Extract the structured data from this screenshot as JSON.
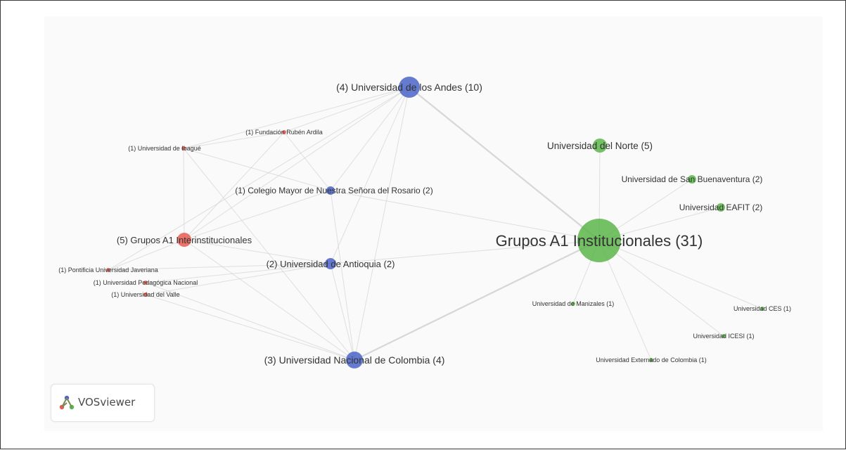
{
  "colors": {
    "cluster_green": "#5cb54a",
    "cluster_blue": "#4a64c8",
    "cluster_red": "#e85a50",
    "edge": "#d3d3d3",
    "label": "#333333"
  },
  "logo": {
    "text": "VOSviewer"
  },
  "nodes": [
    {
      "id": "grupos-institucionales",
      "label": "Grupos A1 Institucionales (31)",
      "cluster": "green",
      "weight": 31
    },
    {
      "id": "u-norte",
      "label": "Universidad del Norte (5)",
      "cluster": "green",
      "weight": 5
    },
    {
      "id": "u-san-buenaventura",
      "label": "Universidad de San Buenaventura (2)",
      "cluster": "green",
      "weight": 2
    },
    {
      "id": "u-eafit",
      "label": "Universidad EAFIT (2)",
      "cluster": "green",
      "weight": 2
    },
    {
      "id": "u-manizales",
      "label": "Universidad de Manizales (1)",
      "cluster": "green",
      "weight": 1
    },
    {
      "id": "u-ces",
      "label": "Universidad CES (1)",
      "cluster": "green",
      "weight": 1
    },
    {
      "id": "u-icesi",
      "label": "Universidad ICESI (1)",
      "cluster": "green",
      "weight": 1
    },
    {
      "id": "u-externado",
      "label": "Universidad Externado de Colombia (1)",
      "cluster": "green",
      "weight": 1
    },
    {
      "id": "u-andes",
      "label": "(4) Universidad de los Andes (10)",
      "cluster": "blue",
      "weight": 10
    },
    {
      "id": "colegio-rosario",
      "label": "(1) Colegio Mayor de Nuestra Señora del Rosario (2)",
      "cluster": "blue",
      "weight": 2
    },
    {
      "id": "u-antioquia",
      "label": "(2) Universidad de Antioquia (2)",
      "cluster": "blue",
      "weight": 2
    },
    {
      "id": "u-nacional",
      "label": "(3) Universidad Nacional de Colombia (4)",
      "cluster": "blue",
      "weight": 4
    },
    {
      "id": "grupos-interinstitucionales",
      "label": "(5) Grupos A1 Interinstitucionales",
      "cluster": "red",
      "weight": 5
    },
    {
      "id": "f-ruben-ardila",
      "label": "(1) Fundación Rubén Ardila",
      "cluster": "red",
      "weight": 1
    },
    {
      "id": "u-ibague",
      "label": "(1) Universidad de Ibagué",
      "cluster": "red",
      "weight": 1
    },
    {
      "id": "pontificia-javeriana",
      "label": "(1) Pontificia Universidad Javeriana",
      "cluster": "red",
      "weight": 1
    },
    {
      "id": "u-pedagogica",
      "label": "(1) Universidad Pedagógica Nacional",
      "cluster": "red",
      "weight": 1
    },
    {
      "id": "u-valle",
      "label": "(1) Universidad del Valle",
      "cluster": "red",
      "weight": 1
    }
  ],
  "edges": [
    [
      "grupos-institucionales",
      "u-andes"
    ],
    [
      "grupos-institucionales",
      "u-nacional"
    ],
    [
      "grupos-institucionales",
      "u-antioquia"
    ],
    [
      "grupos-institucionales",
      "colegio-rosario"
    ],
    [
      "grupos-institucionales",
      "u-norte"
    ],
    [
      "grupos-institucionales",
      "u-san-buenaventura"
    ],
    [
      "grupos-institucionales",
      "u-eafit"
    ],
    [
      "grupos-institucionales",
      "u-manizales"
    ],
    [
      "grupos-institucionales",
      "u-ces"
    ],
    [
      "grupos-institucionales",
      "u-icesi"
    ],
    [
      "grupos-institucionales",
      "u-externado"
    ],
    [
      "u-andes",
      "u-nacional"
    ],
    [
      "u-andes",
      "u-antioquia"
    ],
    [
      "u-andes",
      "colegio-rosario"
    ],
    [
      "u-andes",
      "f-ruben-ardila"
    ],
    [
      "u-andes",
      "u-ibague"
    ],
    [
      "u-andes",
      "grupos-interinstitucionales"
    ],
    [
      "u-andes",
      "pontificia-javeriana"
    ],
    [
      "u-nacional",
      "u-antioquia"
    ],
    [
      "u-nacional",
      "colegio-rosario"
    ],
    [
      "u-nacional",
      "grupos-interinstitucionales"
    ],
    [
      "u-nacional",
      "u-valle"
    ],
    [
      "u-nacional",
      "u-pedagogica"
    ],
    [
      "u-nacional",
      "u-ibague"
    ],
    [
      "u-antioquia",
      "pontificia-javeriana"
    ],
    [
      "u-antioquia",
      "u-pedagogica"
    ],
    [
      "u-antioquia",
      "u-valle"
    ],
    [
      "u-antioquia",
      "grupos-interinstitucionales"
    ],
    [
      "colegio-rosario",
      "f-ruben-ardila"
    ],
    [
      "colegio-rosario",
      "grupos-interinstitucionales"
    ],
    [
      "colegio-rosario",
      "u-ibague"
    ],
    [
      "grupos-interinstitucionales",
      "u-ibague"
    ],
    [
      "grupos-interinstitucionales",
      "f-ruben-ardila"
    ],
    [
      "grupos-interinstitucionales",
      "pontificia-javeriana"
    ],
    [
      "f-ruben-ardila",
      "u-ibague"
    ]
  ]
}
